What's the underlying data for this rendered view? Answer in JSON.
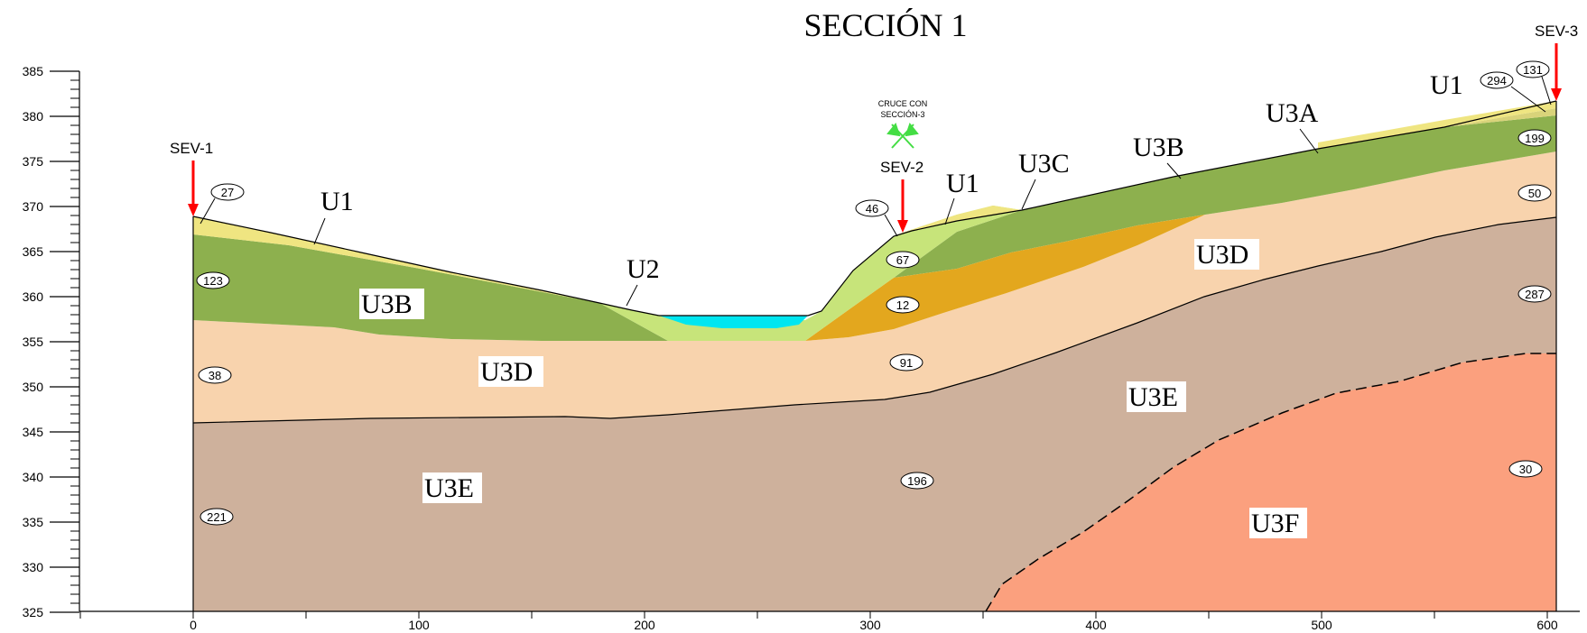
{
  "title": "SECCIÓN 1",
  "axis": {
    "x_ticks": [
      "0",
      "100",
      "200",
      "300",
      "400",
      "500",
      "600"
    ],
    "y_ticks": [
      "385",
      "380",
      "375",
      "370",
      "365",
      "360",
      "355",
      "350",
      "345",
      "340",
      "335",
      "330",
      "325"
    ]
  },
  "unit_labels": {
    "u1_left": "U1",
    "u1_center": "U1",
    "u1_right": "U1",
    "u2": "U2",
    "u3a": "U3A",
    "u3b_left": "U3B",
    "u3b_right": "U3B",
    "u3c": "U3C",
    "u3d_left": "U3D",
    "u3d_right": "U3D",
    "u3e_left": "U3E",
    "u3e_right": "U3E",
    "u3f": "U3F"
  },
  "boreholes": {
    "sev1": "SEV-1",
    "sev2": "SEV-2",
    "sev3": "SEV-3"
  },
  "cruce": {
    "line1": "CRUCE CON",
    "line2": "SECCIÓN-3"
  },
  "resistivities": {
    "r27": "27",
    "r123": "123",
    "r38": "38",
    "r221": "221",
    "r46": "46",
    "r67": "67",
    "r12": "12",
    "r91": "91",
    "r196": "196",
    "r294": "294",
    "r131": "131",
    "r199": "199",
    "r50": "50",
    "r287": "287",
    "r30": "30"
  },
  "colors": {
    "u1": "#EFE581",
    "u2": "#C7E47A",
    "u3a": "#D9D37A",
    "u3b": "#8DB04E",
    "u3c": "#E3A71E",
    "u3d": "#F8D3AD",
    "u3e": "#CEB19C",
    "u3f": "#FBA07E",
    "water": "#00E6F0",
    "arrow": "#FF0000",
    "cruce_mark": "#44DD44"
  }
}
